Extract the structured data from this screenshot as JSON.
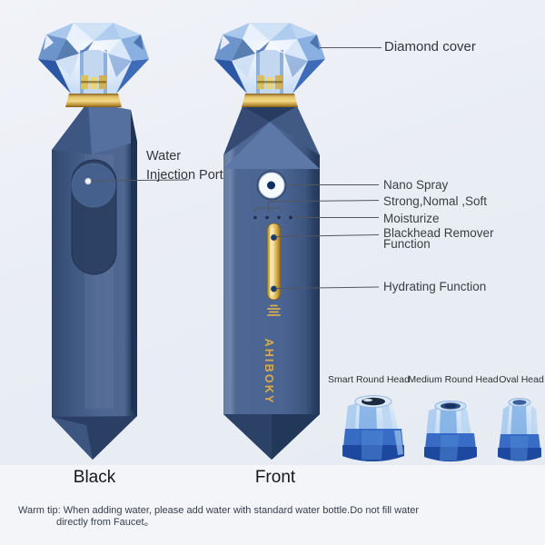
{
  "product": {
    "brand": "AHIBOKY",
    "views": [
      {
        "label": "Black"
      },
      {
        "label": "Front"
      }
    ],
    "callouts": {
      "diamond_cover": "Diamond cover",
      "water_injection_port": {
        "line1": "Water",
        "line2": "Injection Port"
      },
      "nano_spray": "Nano Spray",
      "spray_modes": "Strong,Nomal ,Soft",
      "moisturize": "Moisturize",
      "blackhead_remover": {
        "line1": "Blackhead Remover",
        "line2": "Function"
      },
      "hydrating": "Hydrating Function"
    },
    "heads": [
      {
        "label": "Smart Round Head"
      },
      {
        "label": "Medium Round Head"
      },
      {
        "label": "Oval Head"
      }
    ],
    "colors": {
      "device_blue": "#4c6492",
      "device_dark": "#24395c",
      "gold": "#d9ac4f",
      "diamond_light": "#d8e7fa",
      "head_liquid_blue": "#2d62bd"
    }
  },
  "footer": {
    "warm_tip_line1": "Warm tip: When adding water, please add water with standard water bottle.Do not fill water",
    "warm_tip_line2": "directly from Faucet。"
  }
}
